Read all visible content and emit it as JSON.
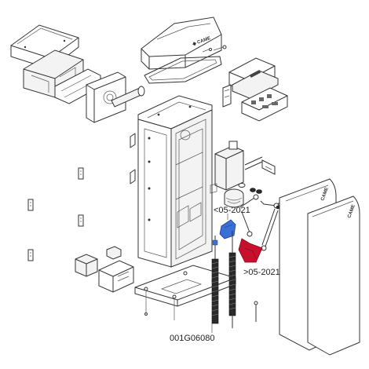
{
  "labels": {
    "before_date": "<05-2021",
    "after_date": ">05-2021",
    "part_code": "001G06080"
  },
  "colors": {
    "highlight_blue": "#3a6fd8",
    "highlight_red": "#c8102e",
    "line": "#333333",
    "spring": "#2a2a2a"
  }
}
